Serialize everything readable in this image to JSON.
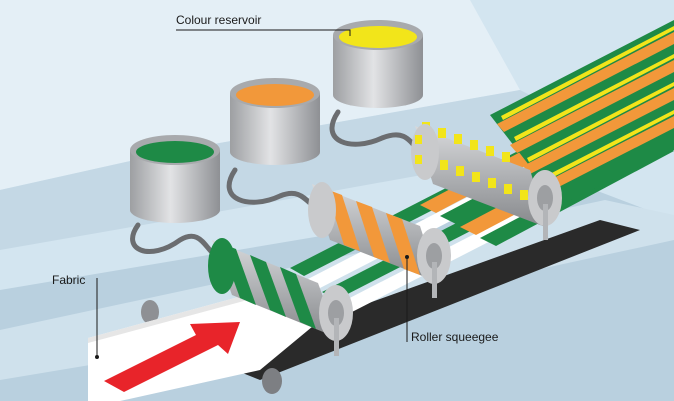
{
  "labels": {
    "colour_reservoir": "Colour reservoir",
    "fabric": "Fabric",
    "roller_squeegee": "Roller squeegee"
  },
  "colors": {
    "background": "#d3e5f0",
    "machine_bed": "#e4eff6",
    "fabric": "#ffffff",
    "green_dye": "#1e8a46",
    "orange_dye": "#f2983a",
    "yellow_dye": "#f2e51a",
    "roller_grey": "#b3b5b8",
    "reservoir_grey": "#c9cacc",
    "conveyor_belt": "#2a2a2a",
    "arrow": "#e8242a"
  }
}
